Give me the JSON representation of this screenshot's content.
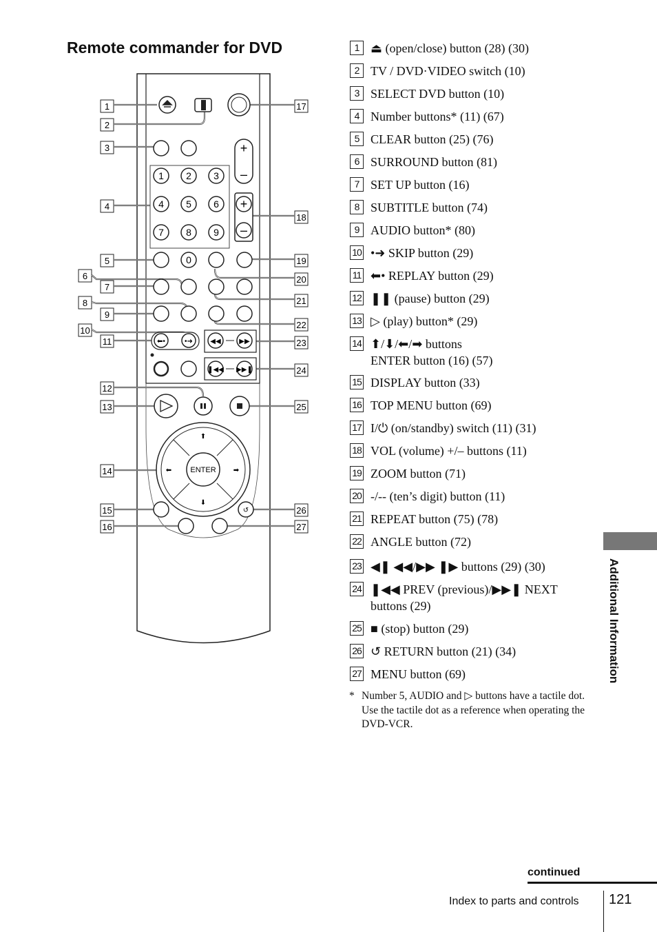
{
  "title": "Remote commander for DVD",
  "items": [
    {
      "num": "1",
      "text": "⏏ (open/close) button (28) (30)"
    },
    {
      "num": "2",
      "text": "TV / DVD·VIDEO switch (10)"
    },
    {
      "num": "3",
      "text": "SELECT DVD button (10)"
    },
    {
      "num": "4",
      "text": "Number buttons* (11) (67)"
    },
    {
      "num": "5",
      "text": "CLEAR button (25) (76)"
    },
    {
      "num": "6",
      "text": "SURROUND button (81)"
    },
    {
      "num": "7",
      "text": "SET UP button (16)"
    },
    {
      "num": "8",
      "text": "SUBTITLE button (74)"
    },
    {
      "num": "9",
      "text": "AUDIO button* (80)"
    },
    {
      "num": "10",
      "text": "•➜ SKIP button (29)"
    },
    {
      "num": "11",
      "text": "⬅• REPLAY button (29)"
    },
    {
      "num": "12",
      "text": "❚❚ (pause) button (29)"
    },
    {
      "num": "13",
      "text": "▷ (play) button* (29)"
    },
    {
      "num": "14",
      "text": "⬆/⬇/⬅/➡ buttons",
      "text2": "ENTER button (16) (57)"
    },
    {
      "num": "15",
      "text": "DISPLAY button (33)"
    },
    {
      "num": "16",
      "text": "TOP MENU button (69)"
    },
    {
      "num": "17",
      "text": "I/⏻ (on/standby) switch (11) (31)"
    },
    {
      "num": "18",
      "text": "VOL (volume) +/– buttons (11)"
    },
    {
      "num": "19",
      "text": "ZOOM button (71)"
    },
    {
      "num": "20",
      "text": "-/-- (ten’s digit) button (11)"
    },
    {
      "num": "21",
      "text": "REPEAT button (75) (78)"
    },
    {
      "num": "22",
      "text": "ANGLE button (72)"
    },
    {
      "num": "23",
      "text": "◀❚ ◀◀/▶▶ ❚▶ buttons (29) (30)"
    },
    {
      "num": "24",
      "text": "❚◀◀ PREV (previous)/▶▶❚ NEXT",
      "text2": "buttons (29)"
    },
    {
      "num": "25",
      "text": "■ (stop) button (29)"
    },
    {
      "num": "26",
      "text": "↺ RETURN button (21) (34)"
    },
    {
      "num": "27",
      "text": "MENU button (69)"
    }
  ],
  "note": {
    "star": "*",
    "text": "Number 5, AUDIO and ▷ buttons have a tactile dot.  Use the tactile dot as a reference when operating the DVD-VCR."
  },
  "side_tab": "Additional Information",
  "continued": "continued",
  "footer": "Index to parts and controls",
  "page_number": "121",
  "remote": {
    "digits": [
      "1",
      "2",
      "3",
      "4",
      "5",
      "6",
      "7",
      "8",
      "9",
      "0"
    ],
    "enter": "ENTER"
  }
}
